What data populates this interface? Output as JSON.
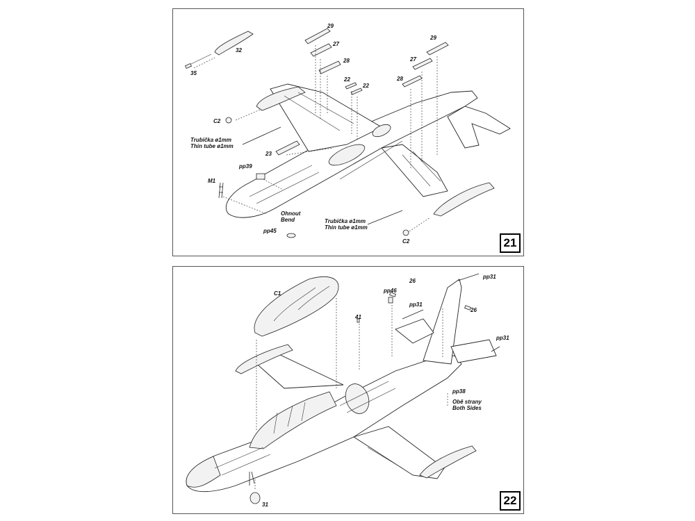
{
  "panels": [
    {
      "step": "21",
      "labels": {
        "p29a": "29",
        "p27a": "27",
        "p28a": "28",
        "p22a": "22",
        "p22b": "22",
        "p29b": "29",
        "p27b": "27",
        "p28b": "28",
        "p32": "32",
        "p35": "35",
        "c2a": "C2",
        "c2b": "C2",
        "p23": "23",
        "pp39": "pp39",
        "m1": "M1",
        "pp45": "pp45",
        "bend": "Ohnout\nBend",
        "tube_left": "Trubička ø1mm\nThin tube ø1mm",
        "tube_right": "Trubička ø1mm\nThin tube ø1mm"
      }
    },
    {
      "step": "22",
      "labels": {
        "c1": "C1",
        "p41": "41",
        "pp46": "pp46",
        "p26a": "26",
        "p26b": "26",
        "pp31a": "pp31",
        "pp31b": "pp31",
        "pp31c": "pp31",
        "pp38": "pp38",
        "both_sides": "Obě strany\nBoth Sides",
        "p31": "31"
      }
    }
  ]
}
